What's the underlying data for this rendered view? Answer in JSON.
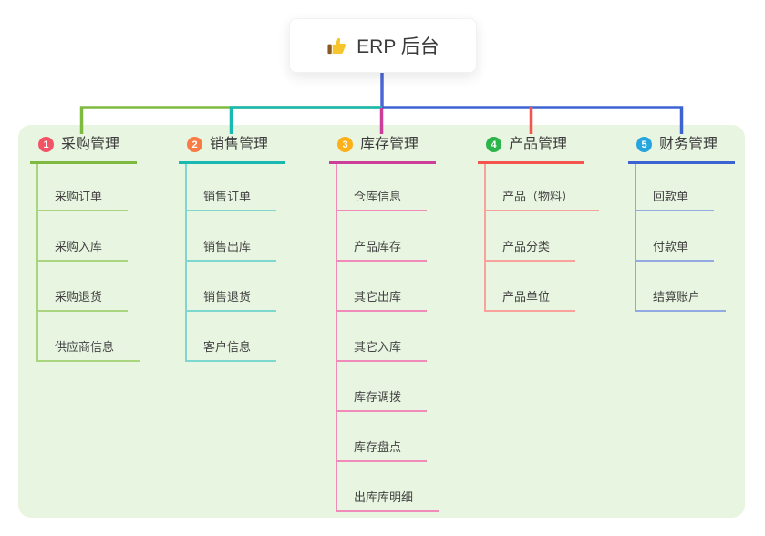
{
  "root_node": {
    "icon": "thumbs-up-icon",
    "label": "ERP 后台"
  },
  "theme": {
    "canvas_bg": "#ffffff",
    "panel_bg": "#e8f5e1",
    "trunk_color": "#4a68d5",
    "node_text_color": "#3c3c3c",
    "child_text_color": "#444444"
  },
  "branches": [
    {
      "number": "1",
      "label": "采购管理",
      "badge_color": "#f25465",
      "line_color": "#7eba3f",
      "child_line_color": "#abd47f",
      "children": [
        "采购订单",
        "采购入库",
        "采购退货",
        "供应商信息"
      ]
    },
    {
      "number": "2",
      "label": "销售管理",
      "badge_color": "#f97c45",
      "line_color": "#17b9b1",
      "child_line_color": "#7fd8d0",
      "children": [
        "销售订单",
        "销售出库",
        "销售退货",
        "客户信息"
      ]
    },
    {
      "number": "3",
      "label": "库存管理",
      "badge_color": "#fbb117",
      "line_color": "#cc3e99",
      "child_line_color": "#f08ab8",
      "children": [
        "仓库信息",
        "产品库存",
        "其它出库",
        "其它入库",
        "库存调拨",
        "库存盘点",
        "出库库明细"
      ]
    },
    {
      "number": "4",
      "label": "产品管理",
      "badge_color": "#2cb54a",
      "line_color": "#f4534e",
      "child_line_color": "#f9a29c",
      "children": [
        "产品（物料）",
        "产品分类",
        "产品单位"
      ]
    },
    {
      "number": "5",
      "label": "财务管理",
      "badge_color": "#27a5de",
      "line_color": "#3d63d2",
      "child_line_color": "#92a9e2",
      "children": [
        "回款单",
        "付款单",
        "结算账户"
      ]
    }
  ]
}
